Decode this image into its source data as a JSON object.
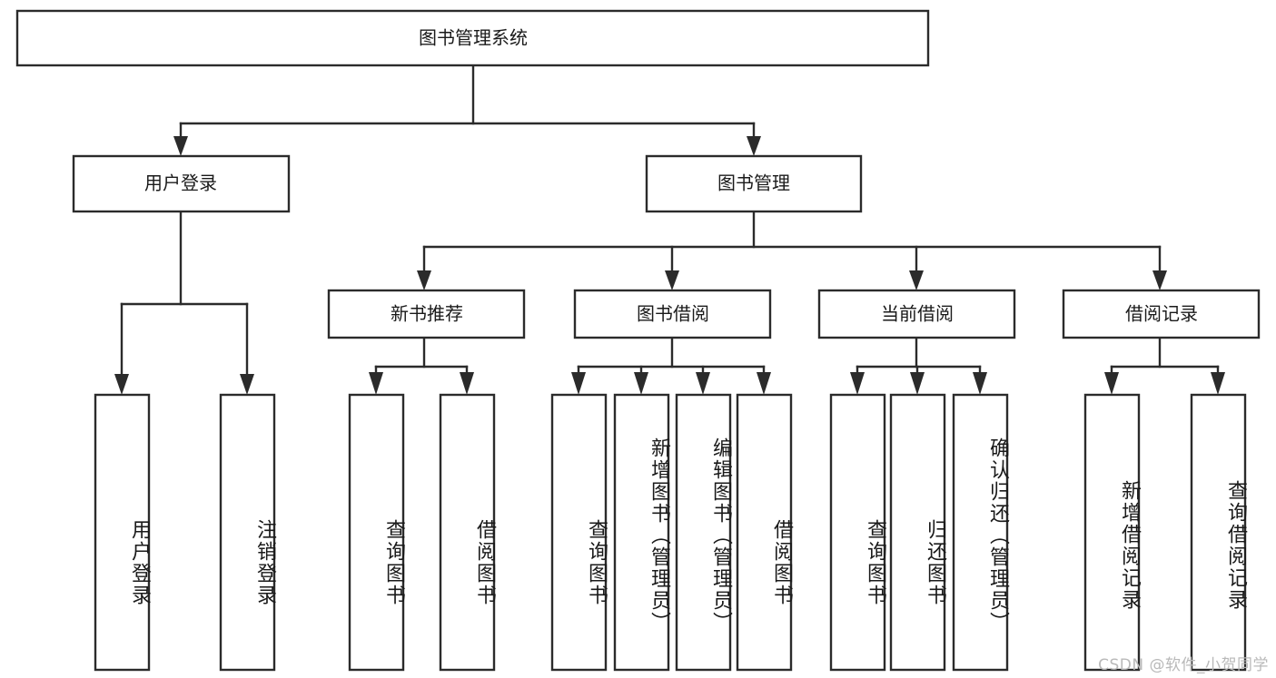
{
  "diagram": {
    "type": "tree-hierarchy",
    "title": "图书管理系统功能结构图",
    "root": {
      "id": "root",
      "label": "图书管理系统",
      "orientation": "horizontal"
    },
    "level1": [
      {
        "id": "user-login",
        "label": "用户登录",
        "orientation": "horizontal"
      },
      {
        "id": "book-manage",
        "label": "图书管理",
        "orientation": "horizontal"
      }
    ],
    "level2": [
      {
        "id": "new-book-recommend",
        "label": "新书推荐",
        "parent": "book-manage",
        "orientation": "horizontal"
      },
      {
        "id": "book-borrow",
        "label": "图书借阅",
        "parent": "book-manage",
        "orientation": "horizontal"
      },
      {
        "id": "current-borrow",
        "label": "当前借阅",
        "parent": "book-manage",
        "orientation": "horizontal"
      },
      {
        "id": "borrow-record",
        "label": "借阅记录",
        "parent": "book-manage",
        "orientation": "horizontal"
      }
    ],
    "leaves": [
      {
        "id": "leaf-user-login",
        "label": "用户登录",
        "parent": "user-login",
        "orientation": "vertical"
      },
      {
        "id": "leaf-logout-login",
        "label": "注销登录",
        "parent": "user-login",
        "orientation": "vertical"
      },
      {
        "id": "leaf-query-book-1",
        "label": "查询图书",
        "parent": "new-book-recommend",
        "orientation": "vertical"
      },
      {
        "id": "leaf-borrow-book-1",
        "label": "借阅图书",
        "parent": "new-book-recommend",
        "orientation": "vertical"
      },
      {
        "id": "leaf-query-book-2",
        "label": "查询图书",
        "parent": "book-borrow",
        "orientation": "vertical"
      },
      {
        "id": "leaf-add-book",
        "label": "新增图书（管理员）",
        "parent": "book-borrow",
        "orientation": "vertical"
      },
      {
        "id": "leaf-edit-book",
        "label": "编辑图书（管理员）",
        "parent": "book-borrow",
        "orientation": "vertical"
      },
      {
        "id": "leaf-borrow-book-2",
        "label": "借阅图书",
        "parent": "book-borrow",
        "orientation": "vertical"
      },
      {
        "id": "leaf-query-book-3",
        "label": "查询图书",
        "parent": "current-borrow",
        "orientation": "vertical"
      },
      {
        "id": "leaf-return-book",
        "label": "归还图书",
        "parent": "current-borrow",
        "orientation": "vertical"
      },
      {
        "id": "leaf-confirm-return",
        "label": "确认归还（管理员）",
        "parent": "current-borrow",
        "orientation": "vertical"
      },
      {
        "id": "leaf-add-record",
        "label": "新增借阅记录",
        "parent": "borrow-record",
        "orientation": "vertical"
      },
      {
        "id": "leaf-query-record",
        "label": "查询借阅记录",
        "parent": "borrow-record",
        "orientation": "vertical"
      }
    ],
    "colors": {
      "stroke": "#2b2b2b",
      "fill": "#ffffff",
      "text": "#1a1a1a",
      "watermark": "#b9b9b9"
    }
  },
  "watermark": {
    "text": "CSDN @软件_小贺同学"
  }
}
